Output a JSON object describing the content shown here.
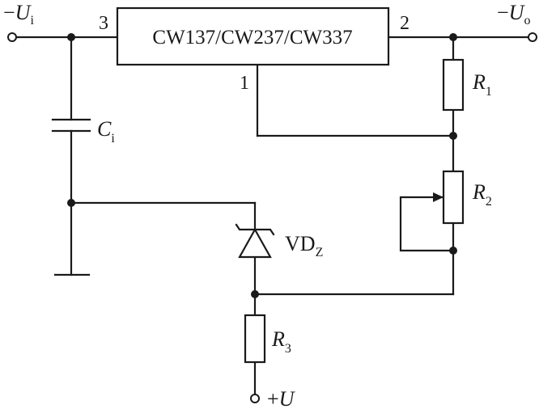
{
  "regulator": {
    "part": "CW137/CW237/CW337"
  },
  "pins": {
    "input": "3",
    "output": "2",
    "adjust": "1"
  },
  "terminals": {
    "input": {
      "sign": "−",
      "symbol": "U",
      "subscript": "i"
    },
    "output": {
      "sign": "−",
      "symbol": "U",
      "subscript": "o"
    },
    "supply": {
      "sign": "+",
      "symbol": "U"
    }
  },
  "components": {
    "ci": {
      "symbol": "C",
      "subscript": "i"
    },
    "r1": {
      "symbol": "R",
      "subscript": "1"
    },
    "r2": {
      "symbol": "R",
      "subscript": "2"
    },
    "r3": {
      "symbol": "R",
      "subscript": "3"
    },
    "vdz": {
      "symbol": "VD",
      "subscript": "Z"
    }
  }
}
